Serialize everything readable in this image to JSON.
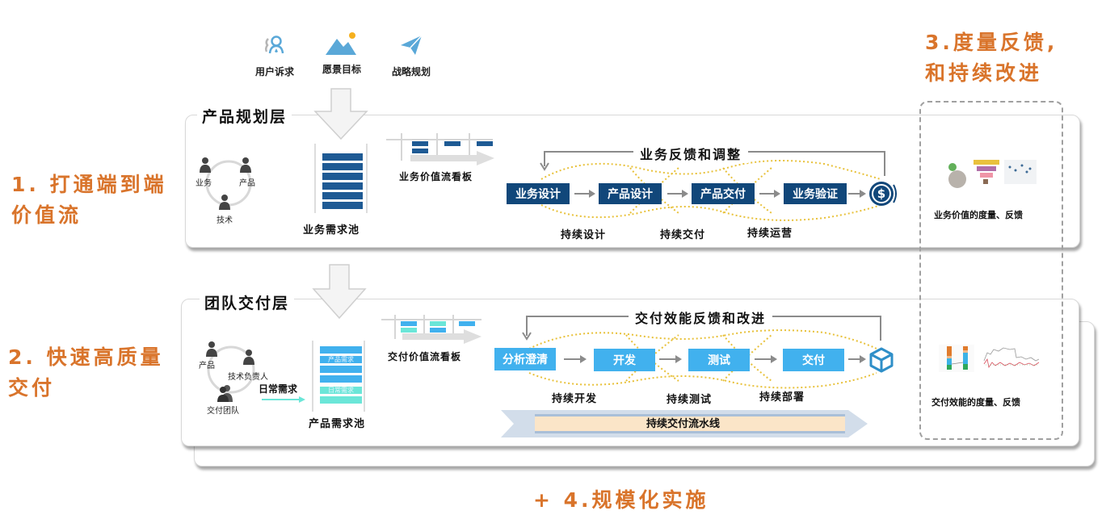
{
  "goals": {
    "goal1_line1": "1. 打通端到端",
    "goal1_line2": "价值流",
    "goal2_line1": "2. 快速高质量",
    "goal2_line2": "交付",
    "goal3_line1": "3.度量反馈,",
    "goal3_line2": "和持续改进",
    "goal4": "+ 4.规模化实施"
  },
  "inputs": [
    {
      "label": "用户诉求",
      "icon": "user-demand-icon"
    },
    {
      "label": "愿景目标",
      "icon": "mountain-sun-icon"
    },
    {
      "label": "战略规划",
      "icon": "paper-plane-icon"
    }
  ],
  "product_layer": {
    "title": "产品规划层",
    "roles": [
      "业务",
      "产品",
      "技术"
    ],
    "pool_label": "业务需求池",
    "kanban_label": "业务价值流看板",
    "feedback_label": "业务反馈和调整",
    "steps": [
      "业务设计",
      "产品设计",
      "产品交付",
      "业务验证"
    ],
    "continuous": [
      "持续设计",
      "持续交付",
      "持续运营"
    ],
    "end_icon": "dollar-coin-icon",
    "metrics_label": "业务价值的度量、反馈"
  },
  "team_layer": {
    "title": "团队交付层",
    "roles": [
      "产品",
      "技术负责人",
      "交付团队"
    ],
    "daily_demand": "日常需求",
    "pool_items": [
      "",
      "产品需求",
      "",
      "",
      "日常需求",
      ""
    ],
    "pool_label": "产品需求池",
    "kanban_label": "交付价值流看板",
    "feedback_label": "交付效能反馈和改进",
    "steps": [
      "分析澄清",
      "开发",
      "测试",
      "交付"
    ],
    "continuous": [
      "持续开发",
      "持续测试",
      "持续部署"
    ],
    "pipeline_label": "持续交付流水线",
    "end_icon": "cube-icon",
    "metrics_label": "交付效能的度量、反馈"
  },
  "colors": {
    "accent_orange": "#d9742b",
    "dark_blue": "#11477a",
    "light_blue": "#41b1ee",
    "teal": "#6be6d8",
    "dotted_gold": "#e8c13a"
  }
}
